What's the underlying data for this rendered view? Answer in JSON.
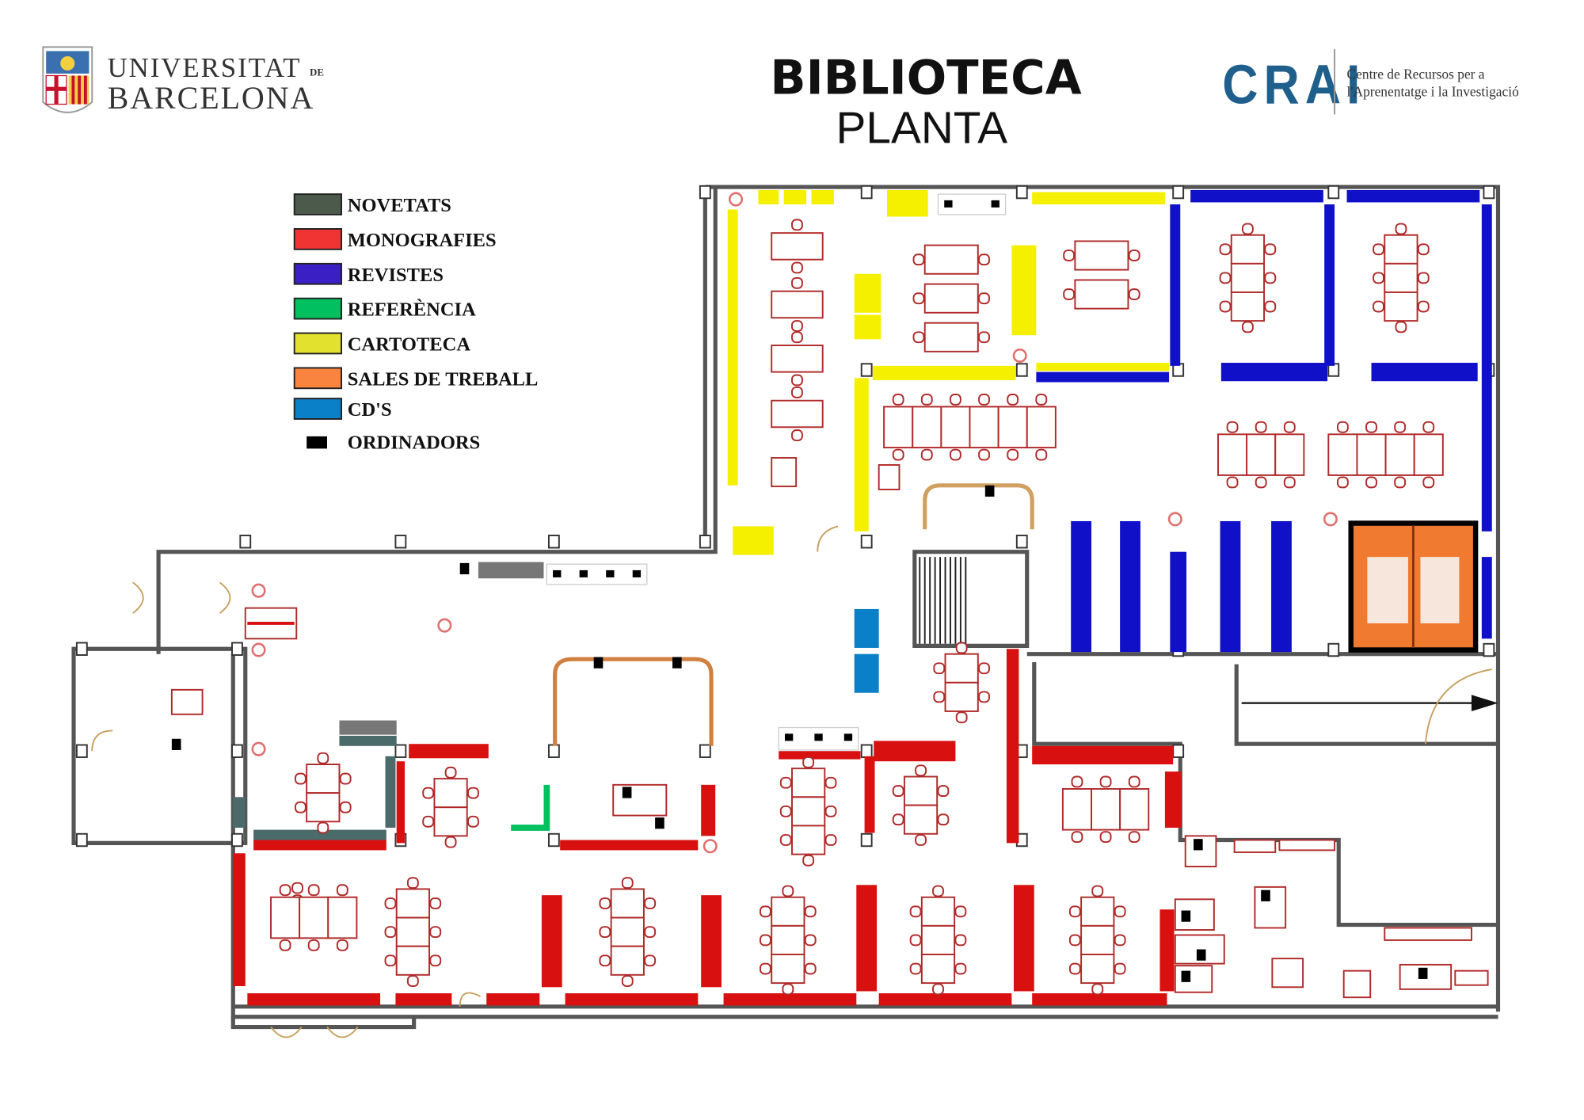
{
  "header": {
    "university_line1": "UNIVERSITAT",
    "university_de": "DE",
    "university_line2": "BARCELONA",
    "title_line1": "BIBLIOTECA",
    "title_line2": "PLANTA",
    "crai_logo": "CRAI",
    "crai_desc_line1": "Centre de Recursos per a",
    "crai_desc_line2": "l'Aprenentatge i la Investigació"
  },
  "legend": [
    {
      "label": "NOVETATS",
      "color": "#4b5a4a"
    },
    {
      "label": "MONOGRAFIES",
      "color": "#f03434"
    },
    {
      "label": "REVISTES",
      "color": "#3a1fc4"
    },
    {
      "label": "REFERÈNCIA",
      "color": "#00c060"
    },
    {
      "label": "CARTOTECA",
      "color": "#e2e22e"
    },
    {
      "label": "SALES DE TREBALL",
      "color": "#f8843f"
    },
    {
      "label": "CD'S",
      "color": "#0a80c8"
    },
    {
      "label": "ORDINADORS",
      "color": "#000000"
    }
  ],
  "colors": {
    "wall": "#555555",
    "furniture": "#b02a2a",
    "yellow_shelf": "#f5f000",
    "blue_shelf": "#1010c8",
    "red_shelf": "#d81010",
    "orange_room": "#f07a30",
    "crai_blue": "#1f5f8b",
    "ub_red": "#c8102e"
  }
}
